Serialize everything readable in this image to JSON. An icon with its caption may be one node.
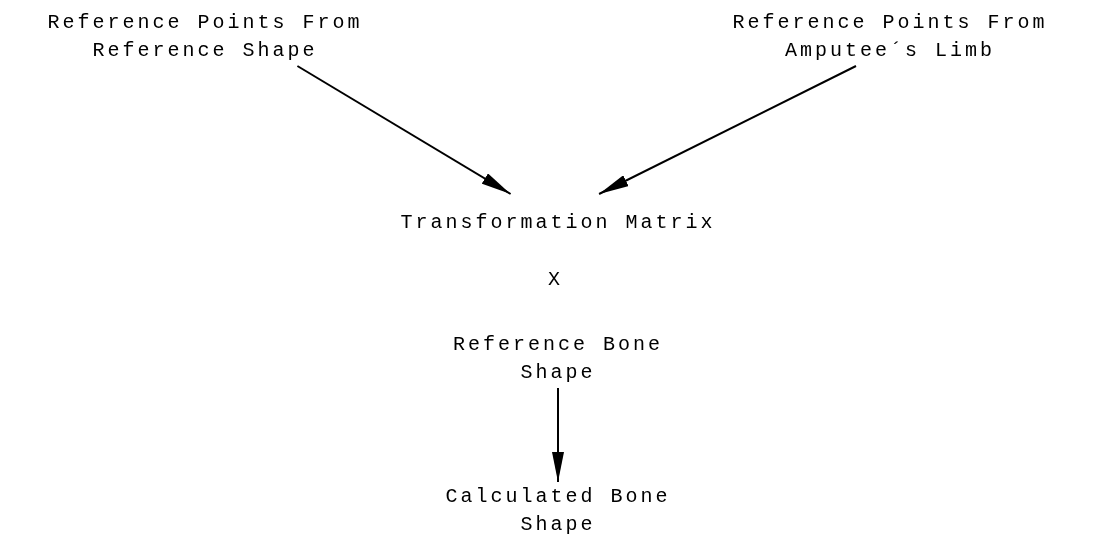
{
  "diagram": {
    "nodes": [
      {
        "text": [
          "Reference Points From Reference Shape"
        ]
      },
      {
        "text": [
          "Reference Points From Amputee´s Limb"
        ]
      },
      {
        "text": [
          "Transformation Matrix"
        ]
      },
      {
        "text": [
          "Reference Bone Shape"
        ]
      },
      {
        "text": [
          "Calculated Bone Shape"
        ]
      }
    ],
    "edges": [
      {
        "from": 0,
        "to": 2,
        "arrow": "to"
      },
      {
        "from": 1,
        "to": 2,
        "arrow": "to"
      },
      {
        "from": 3,
        "to": 4,
        "arrow": "to"
      }
    ],
    "labels": [
      "X"
    ]
  }
}
